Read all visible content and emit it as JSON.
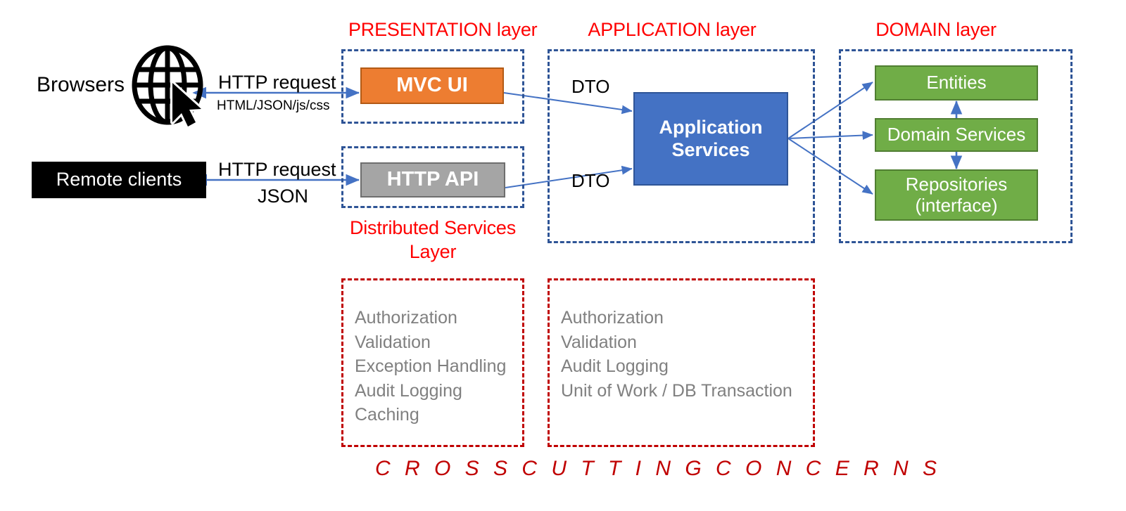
{
  "diagram": {
    "title_hidden": "",
    "colors": {
      "layer_caption": "#FF0000",
      "layer_border": "#2E5496",
      "crosscut_border": "#C00000",
      "mvc_ui": "#ED7D31",
      "http_api": "#A5A5A5",
      "application_services": "#4472C4",
      "domain_box": "#70AD47",
      "remote_clients": "#000000",
      "arrow": "#4472C4",
      "concern_text": "#808080"
    }
  },
  "layers": {
    "presentation": {
      "caption": "PRESENTATION layer"
    },
    "application": {
      "caption": "APPLICATION layer"
    },
    "domain": {
      "caption": "DOMAIN layer"
    },
    "distributed_services": {
      "caption_line1": "Distributed Services",
      "caption_line2": "Layer"
    }
  },
  "clients": {
    "browsers_label": "Browsers",
    "globe_icon": "globe-with-cursor-icon",
    "remote_clients_label": "Remote clients"
  },
  "flows": {
    "browser_request": "HTTP request",
    "browser_response": "HTML/JSON/js/css",
    "remote_request": "HTTP request",
    "remote_response": "JSON",
    "dto_top": "DTO",
    "dto_bottom": "DTO"
  },
  "nodes": {
    "mvc_ui": "MVC UI",
    "http_api": "HTTP API",
    "application_services_line1": "Application",
    "application_services_line2": "Services",
    "entities": "Entities",
    "domain_services": "Domain Services",
    "repositories_line1": "Repositories",
    "repositories_line2": "(interface)"
  },
  "cross_cutting": {
    "footer": "C R O S S   C U T T I N G   C O N C E R N S",
    "presentation_concerns": [
      "Authorization",
      "Validation",
      "Exception Handling",
      "Audit Logging",
      "Caching"
    ],
    "application_concerns": [
      "Authorization",
      "Validation",
      "Audit Logging",
      "Unit of Work / DB Transaction"
    ]
  }
}
